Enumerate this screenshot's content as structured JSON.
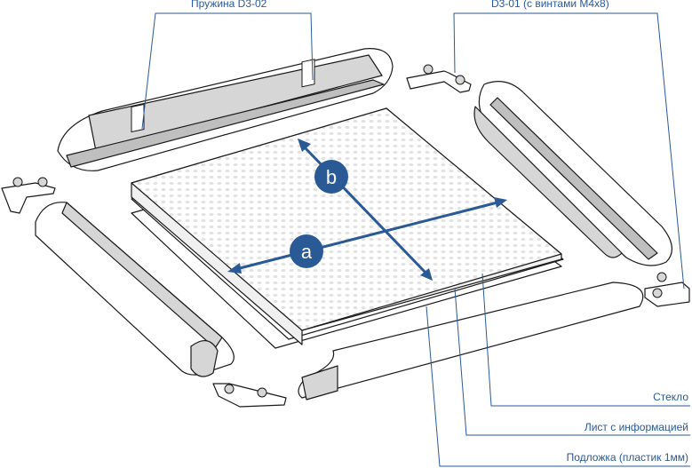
{
  "labels": {
    "spring": "Пружина D3-02",
    "corner": "D3-01 (с винтами М4х8)",
    "glass": "Стекло",
    "info_sheet": "Лист с информацией",
    "backing": "Подложка (пластик 1мм)"
  },
  "dimensions": {
    "a": "a",
    "b": "b"
  },
  "colors": {
    "accent": "#2a5a96",
    "part_fill": "#d6d6d6",
    "line": "#1a1a1a"
  }
}
